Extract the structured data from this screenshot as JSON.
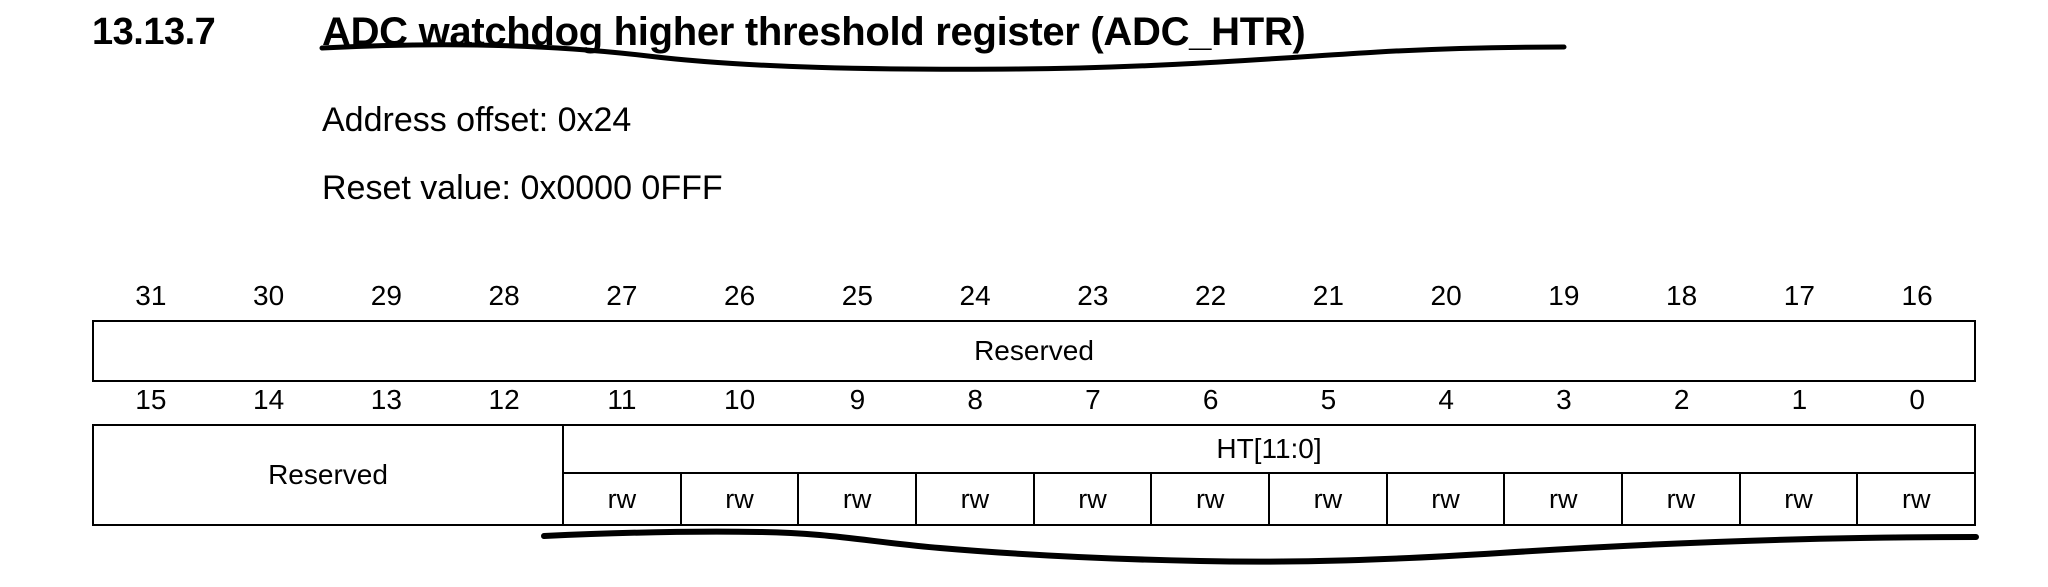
{
  "heading": {
    "section_number": "13.13.7",
    "title": "ADC watchdog higher threshold register (ADC_HTR)"
  },
  "meta": {
    "address_offset": "Address offset: 0x24",
    "reset_value": "Reset value: 0x0000 0FFF"
  },
  "register": {
    "bits_high": [
      "31",
      "30",
      "29",
      "28",
      "27",
      "26",
      "25",
      "24",
      "23",
      "22",
      "21",
      "20",
      "19",
      "18",
      "17",
      "16"
    ],
    "bits_low": [
      "15",
      "14",
      "13",
      "12",
      "11",
      "10",
      "9",
      "8",
      "7",
      "6",
      "5",
      "4",
      "3",
      "2",
      "1",
      "0"
    ],
    "reserved_high_label": "Reserved",
    "reserved_low_label": "Reserved",
    "field_label": "HT[11:0]",
    "access": [
      "rw",
      "rw",
      "rw",
      "rw",
      "rw",
      "rw",
      "rw",
      "rw",
      "rw",
      "rw",
      "rw",
      "rw"
    ]
  },
  "annotations": {
    "title_underline": "wavy-underline-annotation",
    "field_underline": "wavy-underline-annotation"
  }
}
